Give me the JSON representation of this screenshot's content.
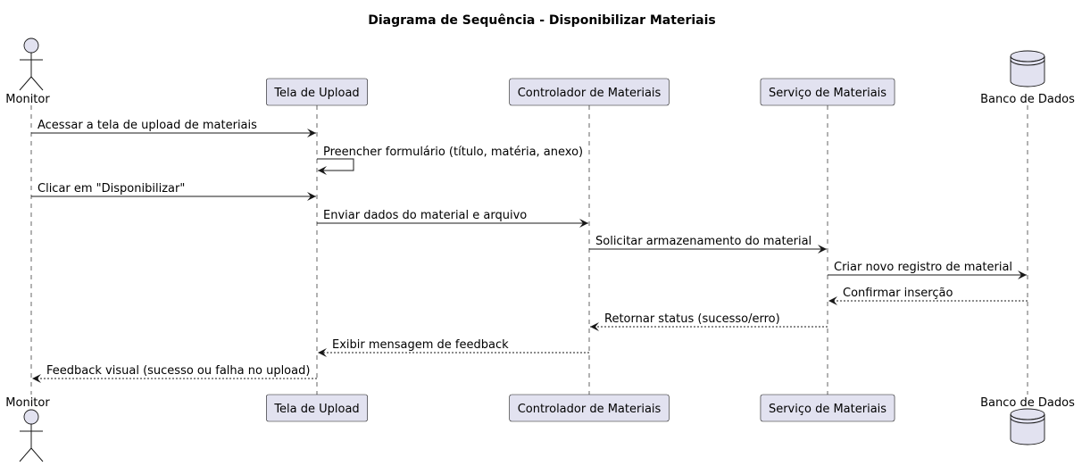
{
  "title": "Diagrama de Sequência - Disponibilizar Materiais",
  "colors": {
    "participant_fill": "#E2E2F0",
    "border": "#181818",
    "lifeline": "#666666",
    "text": "#000000"
  },
  "participants": [
    {
      "id": "monitor",
      "label": "Monitor",
      "shape": "actor"
    },
    {
      "id": "tela",
      "label": "Tela de Upload",
      "shape": "box"
    },
    {
      "id": "controlador",
      "label": "Controlador de Materiais",
      "shape": "box"
    },
    {
      "id": "servico",
      "label": "Serviço de Materiais",
      "shape": "box"
    },
    {
      "id": "banco",
      "label": "Banco de Dados",
      "shape": "database"
    }
  ],
  "messages": [
    {
      "from": "monitor",
      "to": "tela",
      "label": "Acessar a tela de upload de materiais",
      "type": "sync"
    },
    {
      "from": "tela",
      "to": "tela",
      "label": "Preencher formulário (título, matéria, anexo)",
      "type": "self"
    },
    {
      "from": "monitor",
      "to": "tela",
      "label": "Clicar em \"Disponibilizar\"",
      "type": "sync"
    },
    {
      "from": "tela",
      "to": "controlador",
      "label": "Enviar dados do material e arquivo",
      "type": "sync"
    },
    {
      "from": "controlador",
      "to": "servico",
      "label": "Solicitar armazenamento do material",
      "type": "sync"
    },
    {
      "from": "servico",
      "to": "banco",
      "label": "Criar novo registro de material",
      "type": "sync"
    },
    {
      "from": "banco",
      "to": "servico",
      "label": "Confirmar inserção",
      "type": "return"
    },
    {
      "from": "servico",
      "to": "controlador",
      "label": "Retornar status (sucesso/erro)",
      "type": "return"
    },
    {
      "from": "controlador",
      "to": "tela",
      "label": "Exibir mensagem de feedback",
      "type": "return"
    },
    {
      "from": "tela",
      "to": "monitor",
      "label": "Feedback visual (sucesso ou falha no upload)",
      "type": "return"
    }
  ]
}
